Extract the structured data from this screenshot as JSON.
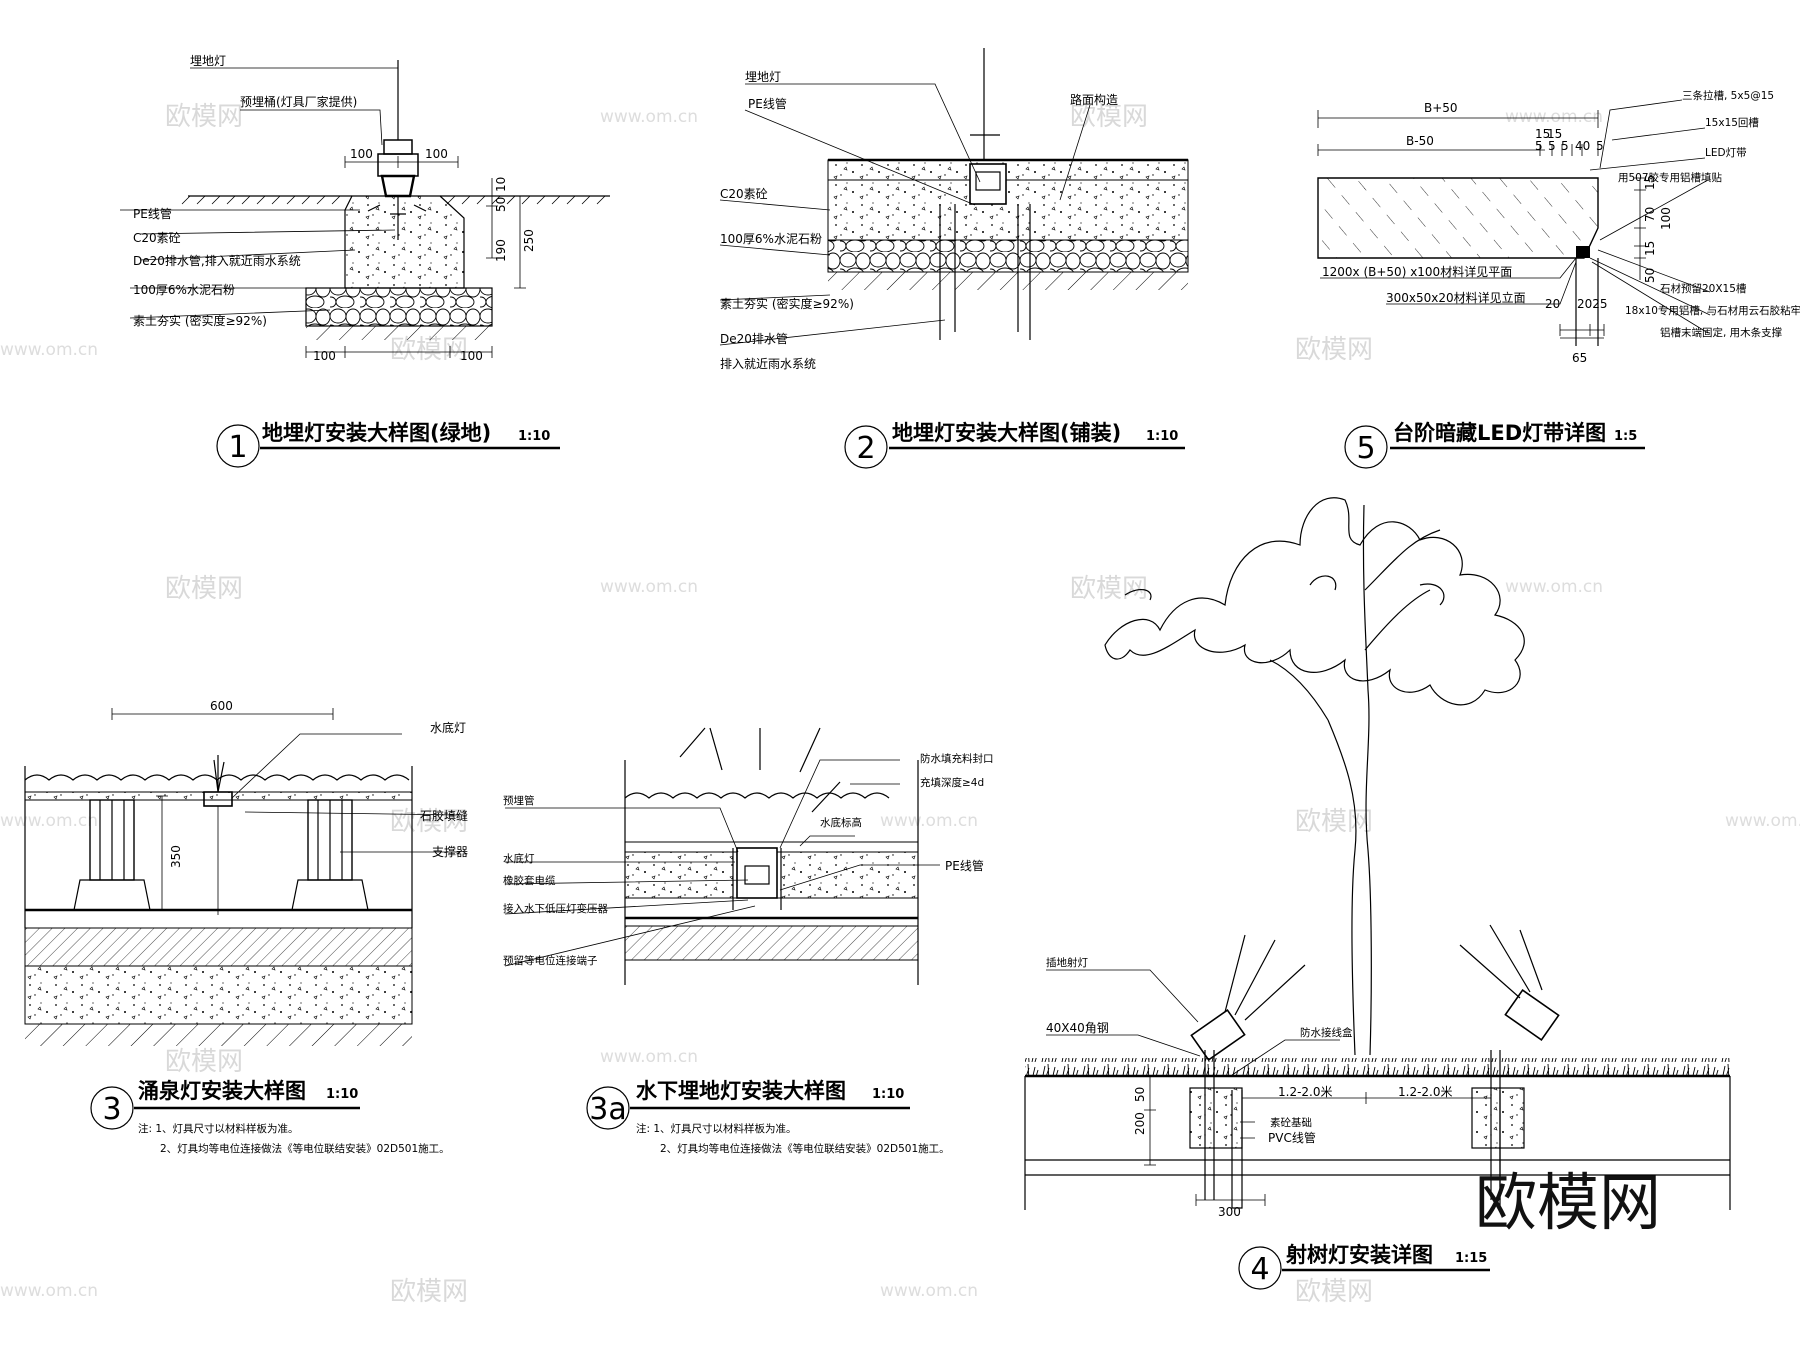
{
  "watermark": {
    "brand": "欧模网",
    "url": "www.om.cn"
  },
  "brand_logo": "欧模网",
  "details": {
    "d1": {
      "number": "1",
      "title": "地埋灯安装大样图(绿地)",
      "scale": "1:10",
      "labels": {
        "lamp": "埋地灯",
        "sleeve": "预埋桶(灯具厂家提供)",
        "pe": "PE线管",
        "c20": "C20素砼",
        "drain": "De20排水管,排入就近雨水系统",
        "gravel": "100厚6%水泥石粉",
        "soil": "素土夯实 (密实度≥92%)"
      },
      "dims": {
        "top_l": "100",
        "top_r": "100",
        "bot_l": "100",
        "bot_r": "100",
        "h50": "50",
        "h10": "10",
        "h190": "190",
        "h250": "250"
      }
    },
    "d2": {
      "number": "2",
      "title": "地埋灯安装大样图(铺装)",
      "scale": "1:10",
      "labels": {
        "lamp": "埋地灯",
        "pe": "PE线管",
        "road": "路面构造",
        "c20": "C20素砼",
        "gravel": "100厚6%水泥石粉",
        "soil": "素土夯实 (密实度≥92%)",
        "drain": "De20排水管",
        "drain2": "排入就近雨水系统"
      }
    },
    "d5": {
      "number": "5",
      "title": "台阶暗藏LED灯带详图",
      "scale": "1:5",
      "labels": {
        "groove": "三条拉槽, 5x5@15",
        "backgroove": "15x15回槽",
        "led": "LED灯带",
        "glue": "用507胶专用铝槽填贴",
        "stone": "石材预留20X15槽",
        "alu": "18x10专用铝槽, 与石材用云石胶粘牢",
        "support": "铝槽末端固定, 用木条支撑",
        "plan": "1200x (B+50) x100材料详见平面",
        "elev": "300x50x20材料详见立面"
      },
      "dims": {
        "b50p": "B+50",
        "b50m": "B-50",
        "d15a": "15",
        "d15b": "15",
        "d5a": "5",
        "d5b": "5",
        "d5c": "5",
        "d40": "40",
        "d5d": "5",
        "v15": "15",
        "v70": "70",
        "v100": "100",
        "v15b": "15",
        "v50": "50",
        "d20": "20",
        "d2025": "2025",
        "d65": "65"
      }
    },
    "d3": {
      "number": "3",
      "title": "涌泉灯安装大样图",
      "scale": "1:10",
      "labels": {
        "lamp": "水底灯",
        "seal": "石胶填缝",
        "support": "支撑器"
      },
      "dims": {
        "w600": "600",
        "h350": "350"
      },
      "notes": [
        "注: 1、灯具尺寸以材料样板为准。",
        "2、灯具均等电位连接做法《等电位联结安装》02D501施工。"
      ]
    },
    "d3a": {
      "number": "3a",
      "title": "水下埋地灯安装大样图",
      "scale": "1:10",
      "labels": {
        "sleeve": "预埋管",
        "lamp": "水底灯",
        "cable": "橡胶套电缆",
        "transformer": "接入水下低压灯变压器",
        "ground": "预留等电位连接端子",
        "waterproof": "防水填充料封口",
        "depth": "充填深度≥4d",
        "waterline": "水底标高",
        "pe": "PE线管"
      },
      "notes": [
        "注: 1、灯具尺寸以材料样板为准。",
        "2、灯具均等电位连接做法《等电位联结安装》02D501施工。"
      ]
    },
    "d4": {
      "number": "4",
      "title": "射树灯安装详图",
      "scale": "1:15",
      "labels": {
        "spot": "插地射灯",
        "angle": "40X40角钢",
        "box": "防水接线盒",
        "base": "素砼基础",
        "pvc": "PVC线管"
      },
      "dims": {
        "span1": "1.2-2.0米",
        "span2": "1.2-2.0米",
        "h200": "200",
        "h50": "50",
        "w300": "300"
      }
    }
  }
}
